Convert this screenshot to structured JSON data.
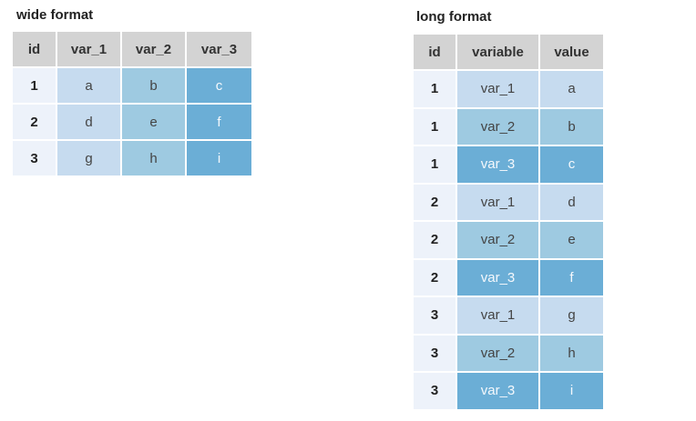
{
  "wide": {
    "title": "wide format",
    "headers": [
      "id",
      "var_1",
      "var_2",
      "var_3"
    ],
    "rows": [
      [
        "1",
        "a",
        "b",
        "c"
      ],
      [
        "2",
        "d",
        "e",
        "f"
      ],
      [
        "3",
        "g",
        "h",
        "i"
      ]
    ]
  },
  "long": {
    "title": "long format",
    "headers": [
      "id",
      "variable",
      "value"
    ],
    "rows": [
      [
        "1",
        "var_1",
        "a"
      ],
      [
        "1",
        "var_2",
        "b"
      ],
      [
        "1",
        "var_3",
        "c"
      ],
      [
        "2",
        "var_1",
        "d"
      ],
      [
        "2",
        "var_2",
        "e"
      ],
      [
        "2",
        "var_3",
        "f"
      ],
      [
        "3",
        "var_1",
        "g"
      ],
      [
        "3",
        "var_2",
        "h"
      ],
      [
        "3",
        "var_3",
        "i"
      ]
    ]
  },
  "colors": {
    "header": "#d3d3d3",
    "id_cell": "#edf2fa",
    "var_1": "#c6dbef",
    "var_2": "#9ecae1",
    "var_3": "#6baed6"
  }
}
